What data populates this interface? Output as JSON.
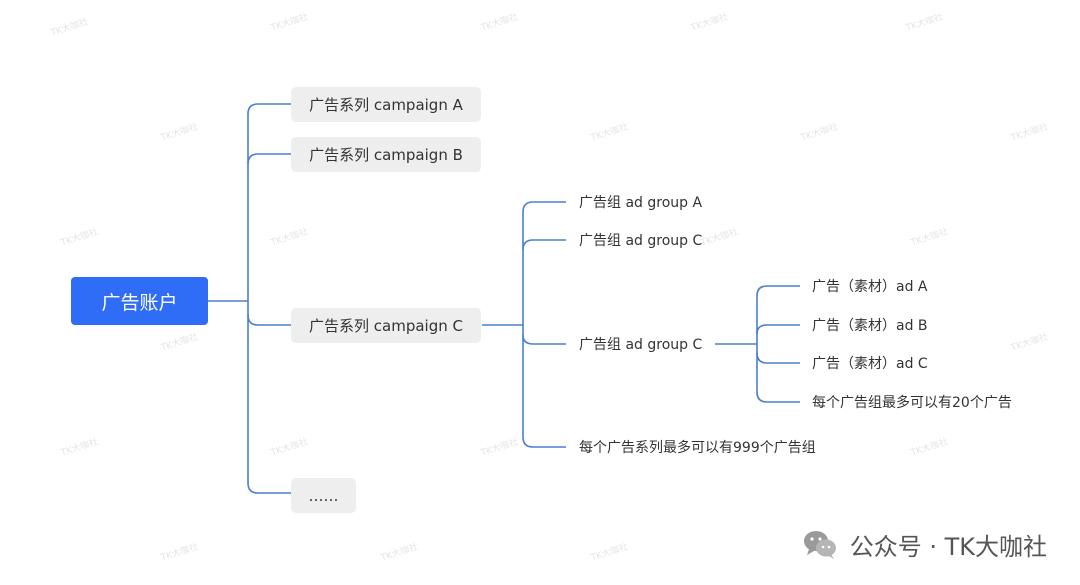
{
  "root": {
    "label": "广告账户"
  },
  "campaigns": [
    {
      "label": "广告系列 campaign A"
    },
    {
      "label": "广告系列 campaign B"
    },
    {
      "label": "广告系列 campaign C"
    },
    {
      "label": "……"
    }
  ],
  "ad_groups": [
    {
      "label": "广告组 ad group A"
    },
    {
      "label": "广告组 ad group C"
    },
    {
      "label": "广告组 ad group C"
    },
    {
      "label": "每个广告系列最多可以有999个广告组"
    }
  ],
  "ads": [
    {
      "label": "广告（素材）ad A"
    },
    {
      "label": "广告（素材）ad B"
    },
    {
      "label": "广告（素材）ad C"
    },
    {
      "label": "每个广告组最多可以有20个广告"
    }
  ],
  "watermark": {
    "text": "TK大咖社"
  },
  "brand": {
    "icon": "wechat-icon",
    "label": "公众号 · TK大咖社"
  },
  "colors": {
    "root_fill": "#2f6df6",
    "connector": "#4a7fd4",
    "node_fill": "#eeeeee"
  }
}
